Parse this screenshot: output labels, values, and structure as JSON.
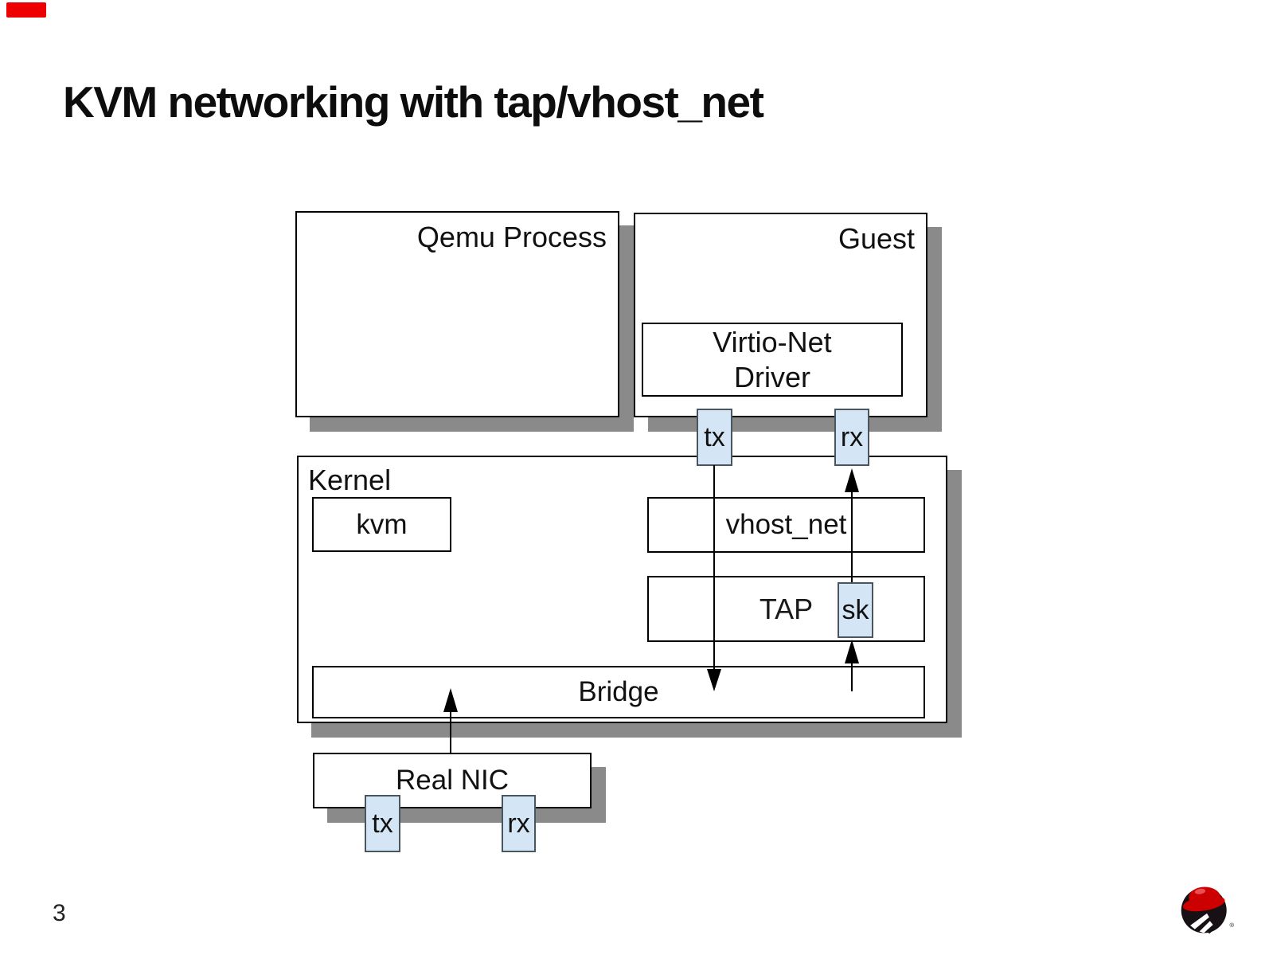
{
  "slide": {
    "title": "KVM networking with tap/vhost_net",
    "page_number": "3"
  },
  "top_marker": {
    "color": "#ee0000"
  },
  "diagram": {
    "colors": {
      "box_shadow_gray": "#8a8a8a",
      "chip_fill_blue": "#d4e6f5",
      "chip_border": "#49555f",
      "box_border": "#000000"
    },
    "qemu_label": "Qemu Process",
    "guest_label": "Guest",
    "virtio_line1": "Virtio-Net",
    "virtio_line2": "Driver",
    "kernel_label": "Kernel",
    "kvm_label": "kvm",
    "vhost_label": "vhost_net",
    "tap_label": "TAP",
    "sk_label": "sk",
    "bridge_label": "Bridge",
    "real_nic_label": "Real NIC",
    "guest_tx_label": "tx",
    "guest_rx_label": "rx",
    "nic_tx_label": "tx",
    "nic_rx_label": "rx"
  },
  "footer": {
    "logo_name": "redhat-shadowman-logo",
    "logo_red": "#cc0000"
  }
}
